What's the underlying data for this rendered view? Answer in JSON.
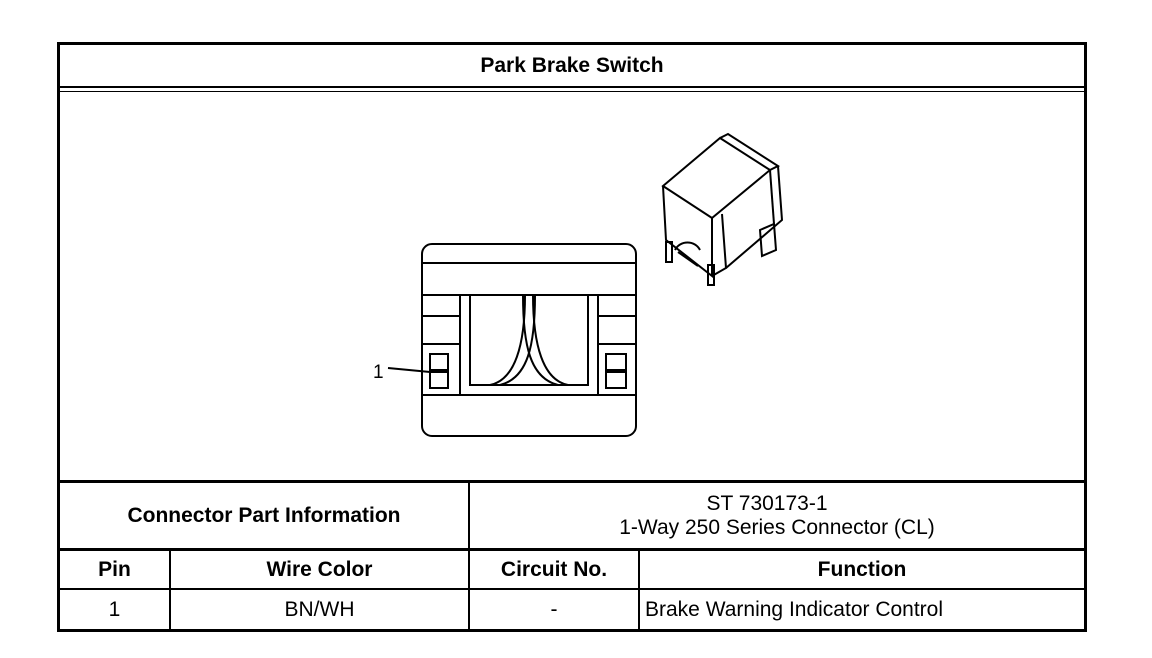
{
  "title": "Park Brake Switch",
  "diagram": {
    "pin_callout": "1"
  },
  "connector_info": {
    "label": "Connector Part Information",
    "part_number": "ST 730173-1",
    "description": "1-Way 250 Series Connector (CL)"
  },
  "table": {
    "headers": {
      "pin": "Pin",
      "wire_color": "Wire Color",
      "circuit_no": "Circuit No.",
      "function": "Function"
    },
    "rows": [
      {
        "pin": "1",
        "wire_color": "BN/WH",
        "circuit_no": "-",
        "function": "Brake Warning Indicator Control"
      }
    ]
  }
}
